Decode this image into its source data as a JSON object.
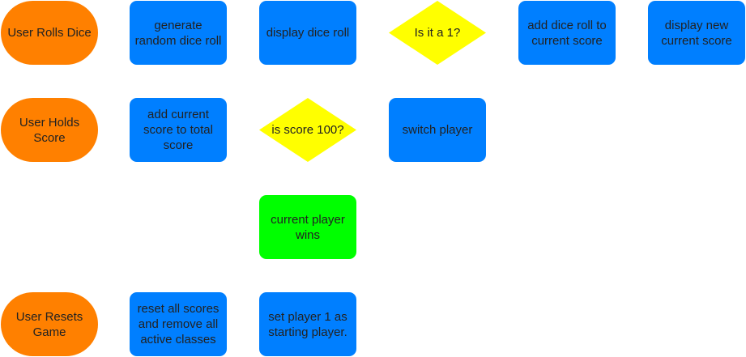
{
  "diagram": {
    "colors": {
      "terminal": "#ff8000",
      "process": "#007fff",
      "decision": "#ffff00",
      "success": "#00ff00",
      "text": "#222222",
      "background": "#ffffff"
    },
    "rows": {
      "roll": {
        "start": "User Rolls Dice",
        "generate": "generate\nrandom dice roll",
        "display": "display dice roll",
        "decision": "Is it a 1?",
        "add": "add dice roll to\ncurrent score",
        "display_new": "display new\ncurrent score"
      },
      "hold": {
        "start": "User Holds\nScore",
        "add_total": "add current\nscore to total\nscore",
        "decision": "is score 100?",
        "switch": "switch player"
      },
      "win": {
        "result": "current player\nwins"
      },
      "reset": {
        "start": "User Resets\nGame",
        "reset_scores": "reset all scores\nand remove all\nactive classes",
        "set_player": "set player 1 as\nstarting player."
      }
    }
  }
}
